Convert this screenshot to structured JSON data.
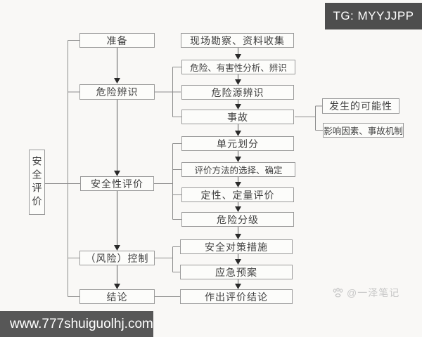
{
  "header": {
    "tg_badge": "TG: MYYJJPP"
  },
  "footer": {
    "website": "www.777shuiguolhj.com",
    "watermark": "@一泽笔记"
  },
  "flow": {
    "root": {
      "label": "安全评价"
    },
    "phases": [
      {
        "label": "准备"
      },
      {
        "label": "危险辨识"
      },
      {
        "label": "安全性评价"
      },
      {
        "label": "（风险）控制"
      },
      {
        "label": "结论"
      }
    ],
    "steps": [
      {
        "label": "现场勘察、资料收集"
      },
      {
        "label": "危险、有害性分析、辨识"
      },
      {
        "label": "危险源辨识"
      },
      {
        "label": "事故"
      },
      {
        "label": "单元划分"
      },
      {
        "label": "评价方法的选择、确定"
      },
      {
        "label": "定性、定量评价"
      },
      {
        "label": "危险分级"
      },
      {
        "label": "安全对策措施"
      },
      {
        "label": "应急预案"
      },
      {
        "label": "作出评价结论"
      }
    ],
    "accident_factors": [
      {
        "label": "发生的可能性"
      },
      {
        "label": "影响因素、事故机制"
      }
    ]
  },
  "colors": {
    "background": "#f9f8f6",
    "box_fill": "#fcfcfa",
    "box_border": "#9a9a9a",
    "line": "#8d8d8d",
    "arrow": "#2a2a2a",
    "text": "#3f3f3f",
    "badge_bg": "#4e4e4e",
    "badge_text": "#ffffff",
    "watermark": "#c7c7c7"
  }
}
